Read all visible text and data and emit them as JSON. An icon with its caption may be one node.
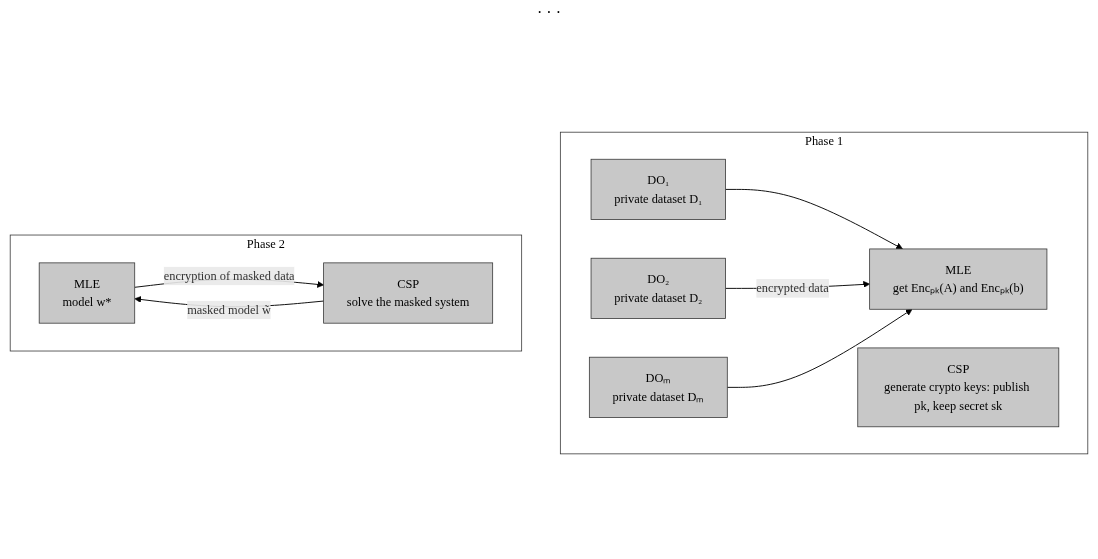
{
  "diagram": {
    "nodes": [
      {
        "text": [
          "Phase 1"
        ]
      },
      {
        "text": [
          "DO₁",
          "private dataset D₁"
        ],
        "in": 0
      },
      {
        "text": [
          "DO₂",
          "private dataset D₂"
        ],
        "in": 0
      },
      {
        "text": [
          "DOₘ",
          "private dataset Dₘ"
        ],
        "in": 0
      },
      {
        "text": [
          "MLE",
          "get Encₚₖ(A) and Encₚₖ(b)"
        ],
        "in": 0
      },
      {
        "text": [
          "CSP",
          "generate crypto keys: publish pk, keep secret sk"
        ],
        "in": 0
      },
      {
        "text": [
          "Phase 2"
        ]
      },
      {
        "text": [
          "MLE",
          "model w*"
        ],
        "in": 6
      },
      {
        "text": [
          "CSP",
          "solve the masked system"
        ],
        "in": 6
      }
    ],
    "edges": [
      {
        "from": 1,
        "to": 4,
        "arrow": "to"
      },
      {
        "from": 2,
        "to": 4,
        "arrow": "to",
        "label": "encrypted data"
      },
      {
        "from": 3,
        "to": 4,
        "arrow": "to"
      },
      {
        "from": 7,
        "to": 8,
        "arrow": "to",
        "label": "encryption of masked data"
      },
      {
        "from": 8,
        "to": 7,
        "arrow": "to",
        "label": "masked model w̃"
      }
    ],
    "labels": [
      "· · ·"
    ]
  }
}
